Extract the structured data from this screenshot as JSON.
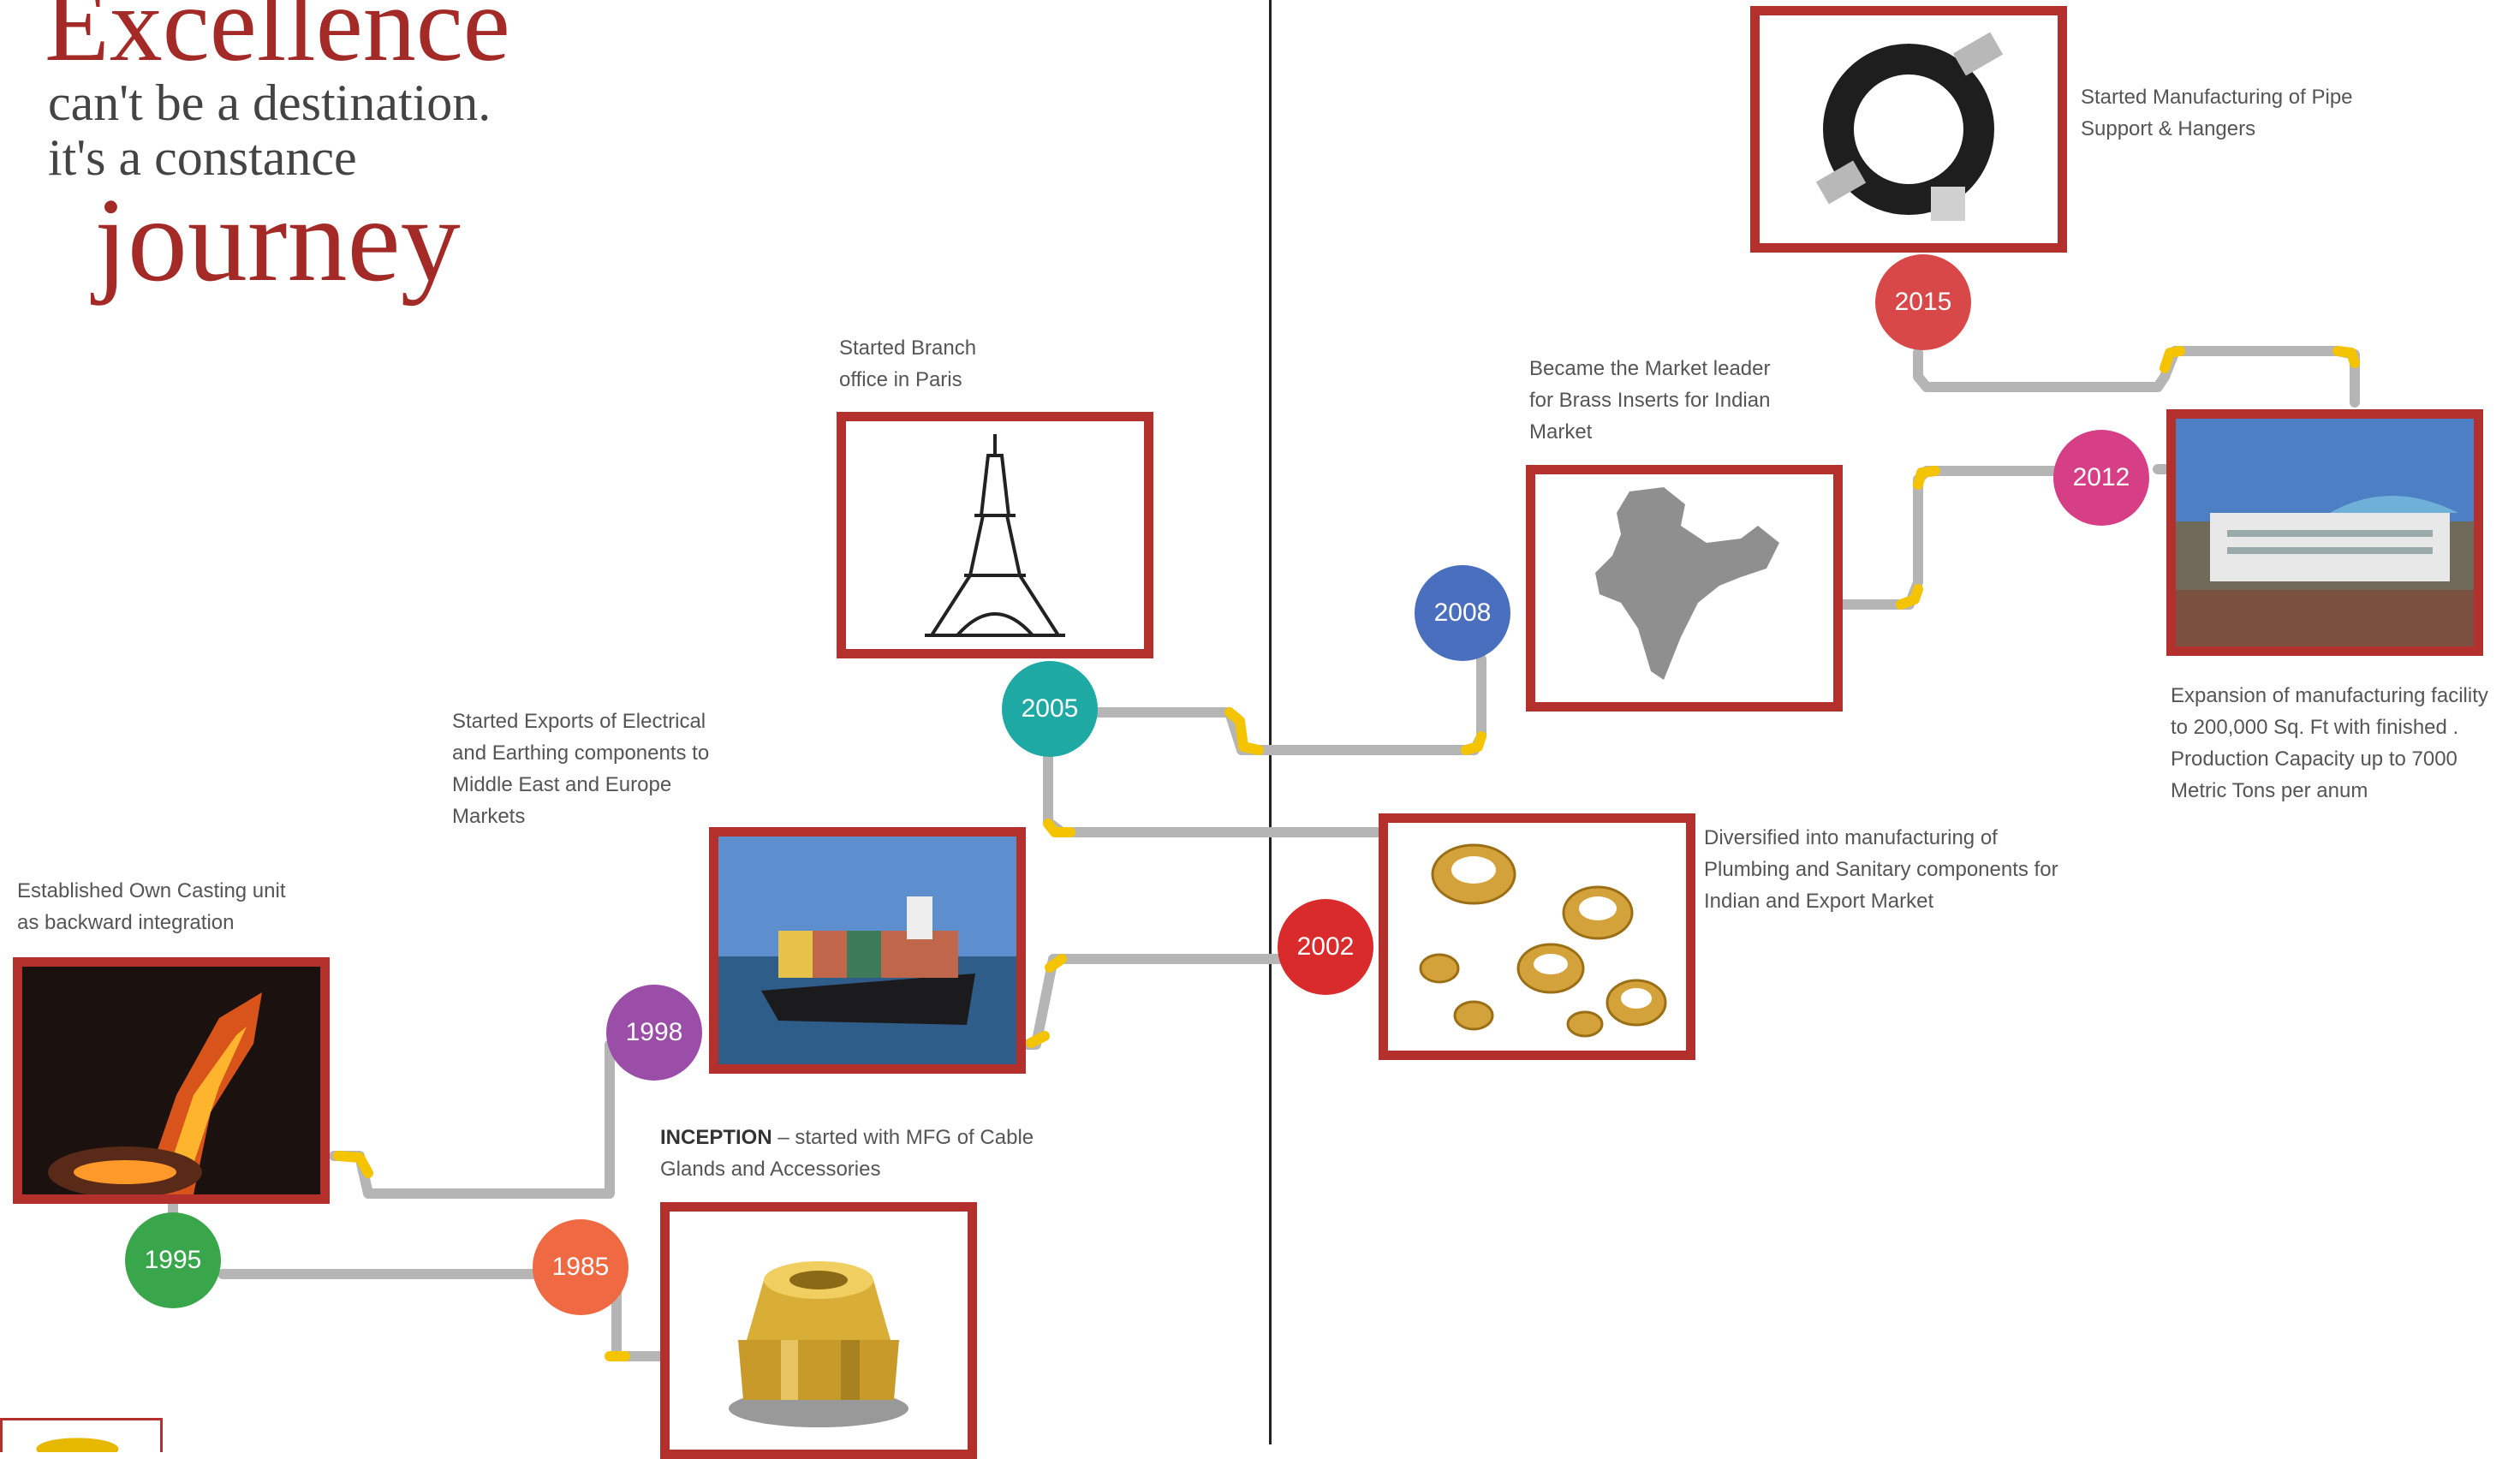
{
  "heading": {
    "word1": "Excellence",
    "line2": "can't be a destination.",
    "line3": "it's a constance",
    "word4": "journey"
  },
  "milestones": [
    {
      "year": "1985",
      "color": "#ef6a43",
      "label_bold": "INCEPTION",
      "label": " – started with MFG of Cable Glands and Accessories",
      "image": "cable-gland-icon"
    },
    {
      "year": "1995",
      "color": "#3aa64c",
      "label": "Established Own Casting unit as backward integration",
      "image": "casting-furnace-icon"
    },
    {
      "year": "1998",
      "color": "#9b4ea8",
      "label": "Started Exports of Electrical and Earthing components to Middle East and Europe Markets",
      "image": "cargo-ship-icon"
    },
    {
      "year": "2002",
      "color": "#d92b2b",
      "label": "Diversified into manufacturing of Plumbing and Sanitary components for Indian and Export Market",
      "image": "brass-fittings-icon"
    },
    {
      "year": "2005",
      "color": "#1fa9a4",
      "label": "Started Branch office in Paris",
      "image": "eiffel-tower-icon"
    },
    {
      "year": "2008",
      "color": "#4b6fbf",
      "label": "Became the Market leader for Brass Inserts for Indian Market",
      "image": "india-map-icon"
    },
    {
      "year": "2012",
      "color": "#d63f86",
      "label": "Expansion of manufacturing facility to 200,000 Sq. Ft with finished . Production Capacity up to 7000 Metric Tons per anum",
      "image": "factory-building-icon"
    },
    {
      "year": "2015",
      "color": "#d94848",
      "label": "Started Manufacturing of Pipe Support & Hangers",
      "image": "pipe-clamp-icon"
    }
  ],
  "colors": {
    "frame": "#b3302c",
    "pipe": "#b5b5b5",
    "joint": "#f5c400",
    "title": "#a32a27"
  }
}
